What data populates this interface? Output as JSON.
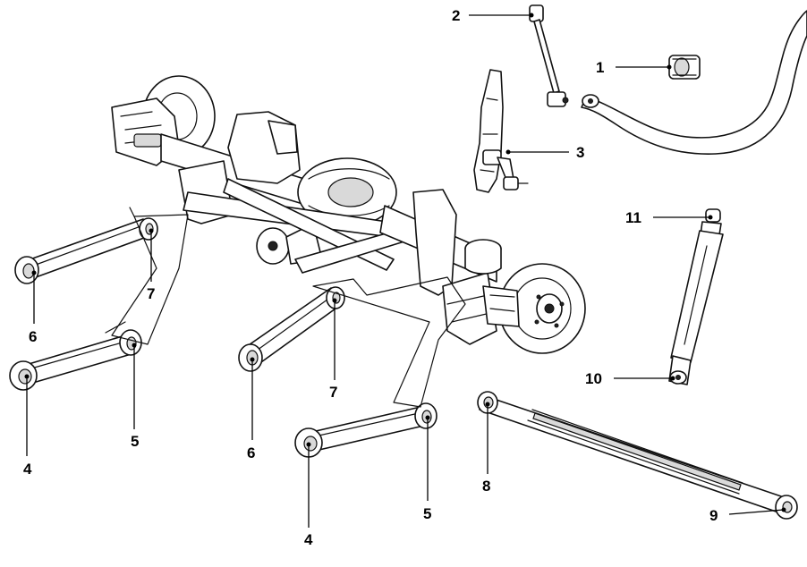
{
  "callouts": [
    {
      "id": "c1",
      "label": "1"
    },
    {
      "id": "c2",
      "label": "2"
    },
    {
      "id": "c3",
      "label": "3"
    },
    {
      "id": "c4a",
      "label": "4"
    },
    {
      "id": "c4b",
      "label": "4"
    },
    {
      "id": "c5a",
      "label": "5"
    },
    {
      "id": "c5b",
      "label": "5"
    },
    {
      "id": "c6a",
      "label": "6"
    },
    {
      "id": "c6b",
      "label": "6"
    },
    {
      "id": "c7a",
      "label": "7"
    },
    {
      "id": "c7b",
      "label": "7"
    },
    {
      "id": "c8",
      "label": "8"
    },
    {
      "id": "c9",
      "label": "9"
    },
    {
      "id": "c10",
      "label": "10"
    },
    {
      "id": "c11",
      "label": "11"
    }
  ]
}
